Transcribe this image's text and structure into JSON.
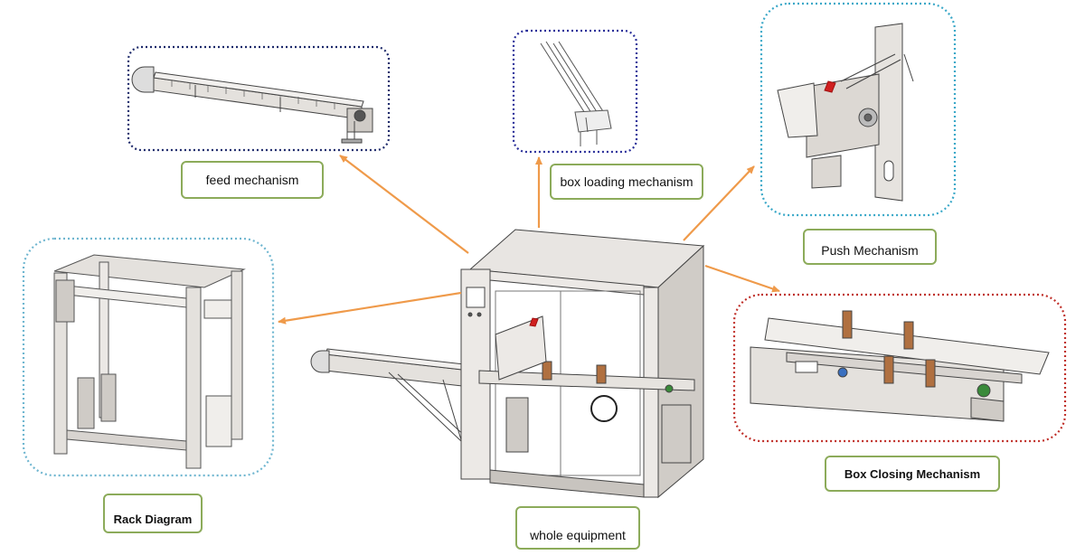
{
  "labels": {
    "feed": "feed mechanism",
    "box_loading": "box loading mechanism",
    "push": "Push Mechanism",
    "rack": "Rack Diagram",
    "box_closing": "Box Closing Mechanism",
    "whole": "whole equipment"
  },
  "colors": {
    "arrow": "#ef9a4a",
    "label_border": "#8cab5a",
    "frame_feed": "#1e2a6b",
    "frame_box_loading": "#2a2f9a",
    "frame_push": "#3aa8c8",
    "frame_rack": "#6fb6d0",
    "frame_box_closing": "#c0302a",
    "machine_line": "#444444",
    "machine_fill": "#d8d4d0"
  }
}
